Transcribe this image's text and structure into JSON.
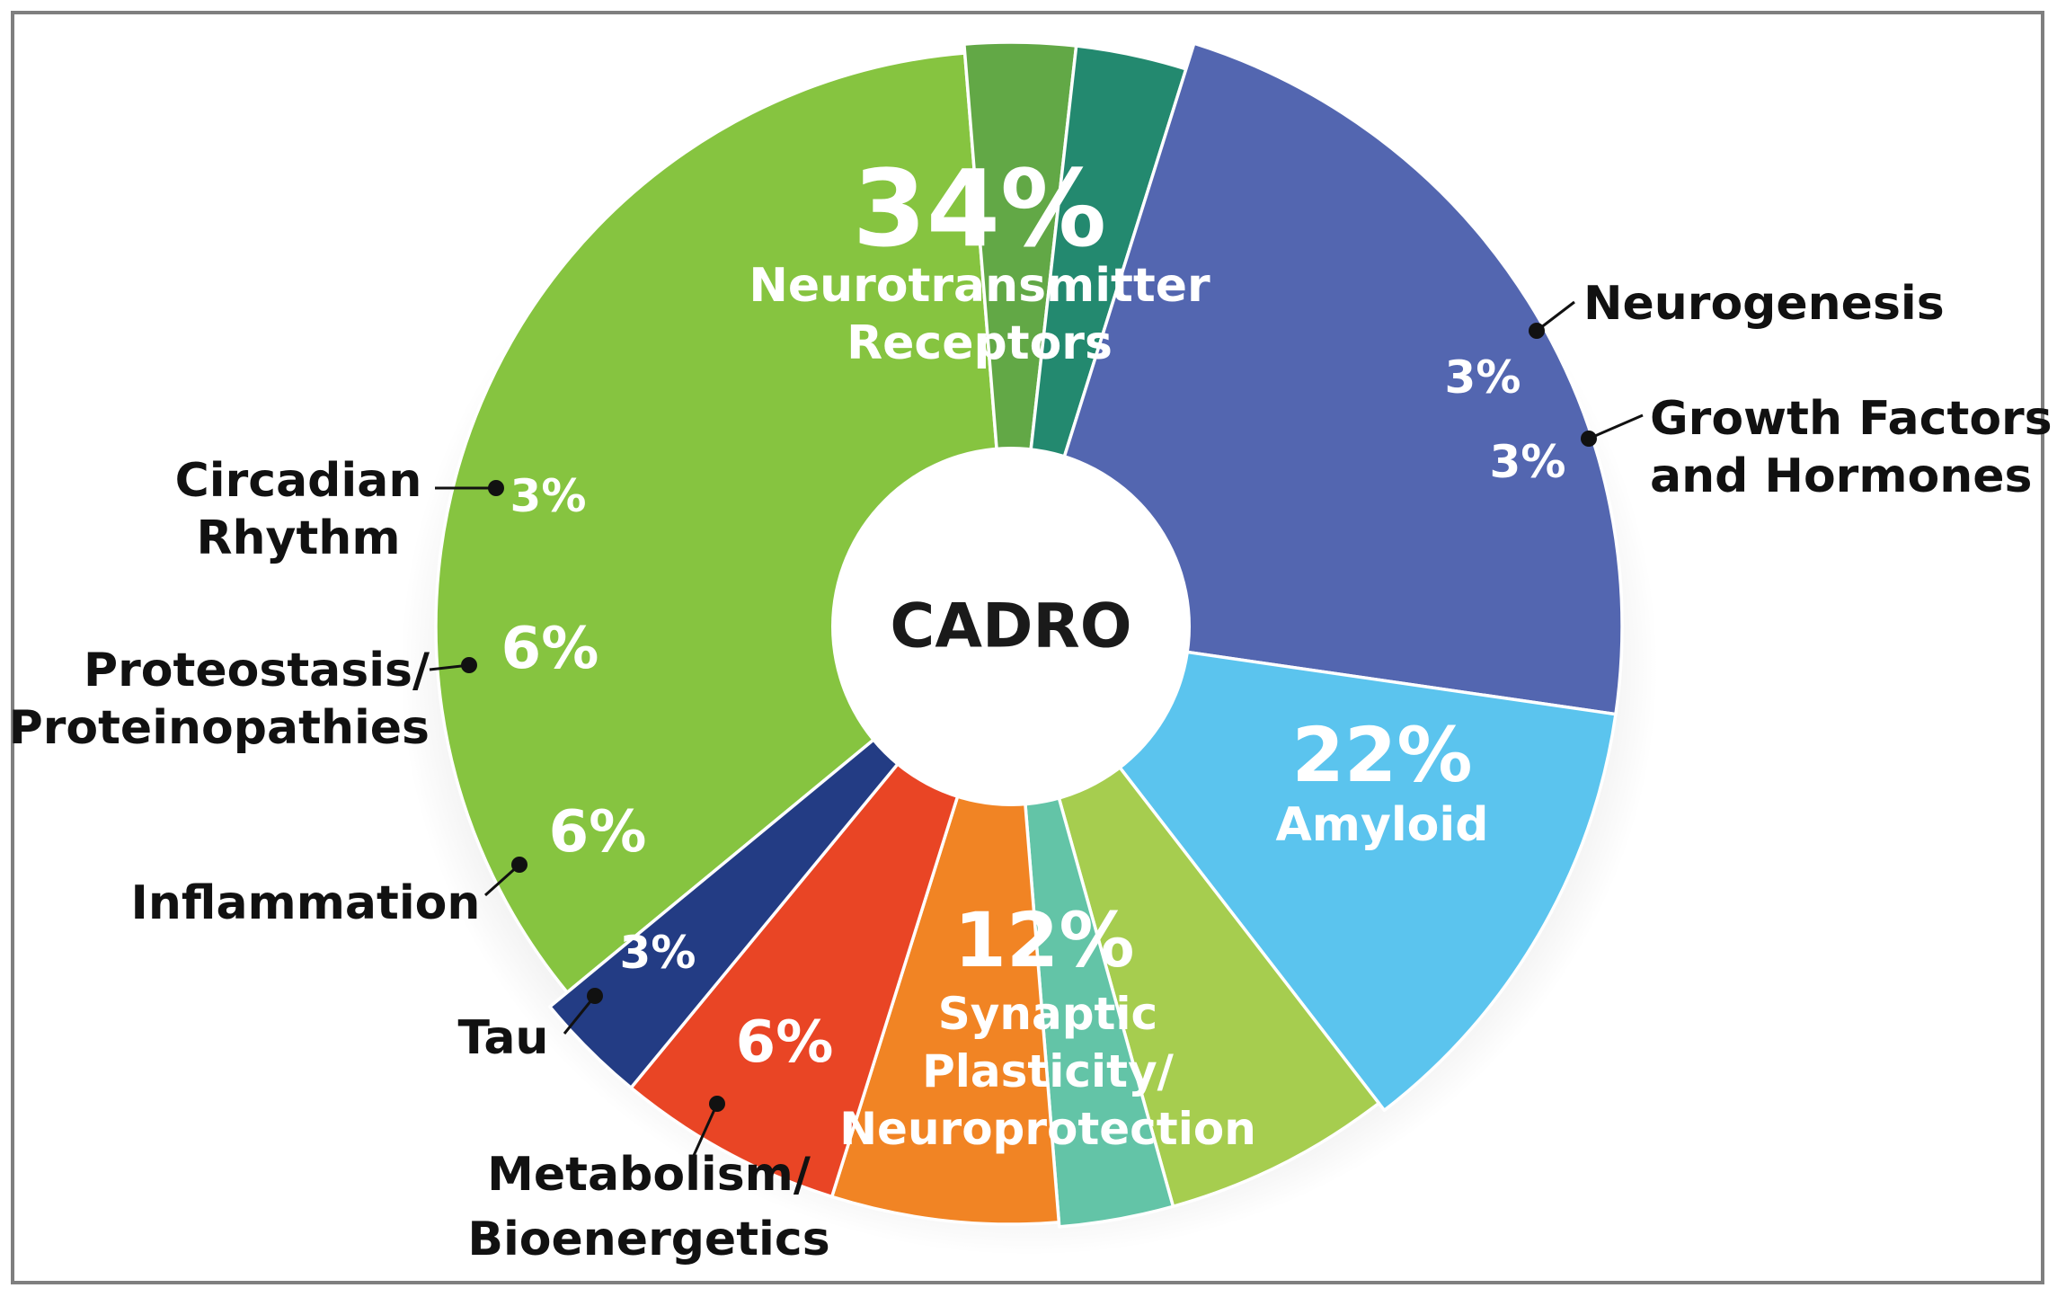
{
  "chart_data": {
    "type": "pie",
    "center_label": "CADRO",
    "slices": [
      {
        "key": "neurotransmitter",
        "percent_label": "34%",
        "value": 34,
        "name_lines": [
          "Neurotransmitter",
          "Receptors"
        ],
        "color": "#86c440",
        "label_place": "inside"
      },
      {
        "key": "neurogenesis",
        "percent_label": "3%",
        "value": 3,
        "name_lines": [
          "Neurogenesis"
        ],
        "color": "#62a846",
        "label_place": "outside"
      },
      {
        "key": "growth",
        "percent_label": "3%",
        "value": 3,
        "name_lines": [
          "Growth Factors",
          "and Hormones"
        ],
        "color": "#23896f",
        "label_place": "outside"
      },
      {
        "key": "amyloid",
        "percent_label": "22%",
        "value": 22,
        "name_lines": [
          "Amyloid"
        ],
        "color": "#5366b0",
        "label_place": "inside"
      },
      {
        "key": "synaptic",
        "percent_label": "12%",
        "value": 12,
        "name_lines": [
          "Synaptic",
          "Plasticity/",
          "Neuroprotection"
        ],
        "color": "#5bc4ee",
        "label_place": "inside"
      },
      {
        "key": "metabolism",
        "percent_label": "6%",
        "value": 6,
        "name_lines": [
          "Metabolism/",
          "Bioenergetics"
        ],
        "color": "#a6cd4f",
        "label_place": "outside"
      },
      {
        "key": "tau",
        "percent_label": "3%",
        "value": 3,
        "name_lines": [
          "Tau"
        ],
        "color": "#63c4a7",
        "label_place": "outside"
      },
      {
        "key": "inflammation",
        "percent_label": "6%",
        "value": 6,
        "name_lines": [
          "Inflammation"
        ],
        "color": "#f18424",
        "label_place": "outside"
      },
      {
        "key": "proteostasis",
        "percent_label": "6%",
        "value": 6,
        "name_lines": [
          "Proteostasis/",
          "Proteinopathies"
        ],
        "color": "#e94525",
        "label_place": "outside"
      },
      {
        "key": "circadian",
        "percent_label": "3%",
        "value": 3,
        "name_lines": [
          "Circadian",
          "Rhythm"
        ],
        "color": "#233c84",
        "label_place": "outside"
      }
    ]
  }
}
